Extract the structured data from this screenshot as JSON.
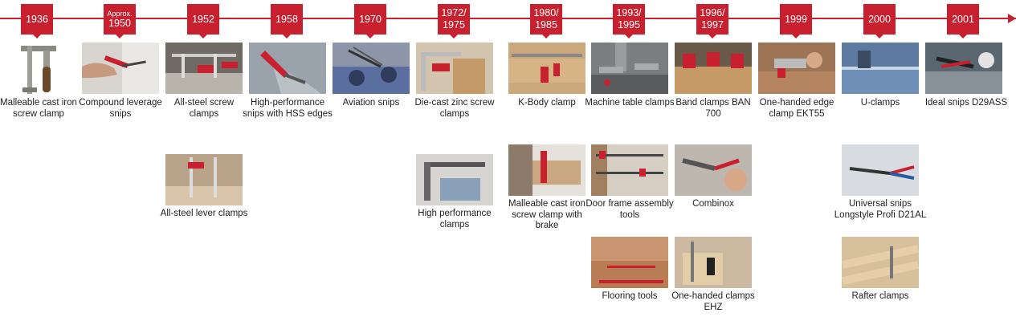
{
  "timeline": {
    "years": [
      {
        "main": "1936"
      },
      {
        "small": "Approx.",
        "main": "1950"
      },
      {
        "main": "1952"
      },
      {
        "main": "1958"
      },
      {
        "main": "1970"
      },
      {
        "main": "1972/",
        "main2": "1975"
      },
      {
        "main": "1980/",
        "main2": "1985"
      },
      {
        "main": "1993/",
        "main2": "1995"
      },
      {
        "main": "1996/",
        "main2": "1997"
      },
      {
        "main": "1999"
      },
      {
        "main": "2000"
      },
      {
        "main": "2001"
      }
    ]
  },
  "products": {
    "row1": [
      "Malleable cast iron screw clamp",
      "Compound leverage snips",
      "All-steel screw clamps",
      "High-performance snips with HSS edges",
      "Aviation snips",
      "Die-cast zinc screw clamps",
      "K-Body clamp",
      "Machine table clamps",
      "Band clamps BAN 700",
      "One-handed edge clamp EKT55",
      "U-clamps",
      "Ideal snips D29ASS"
    ],
    "row2": {
      "all_steel_lever": "All-steel lever clamps",
      "high_performance": "High performance clamps",
      "malleable_brake": "Malleable cast iron screw clamp with brake",
      "door_frame": "Door frame assembly tools",
      "combinox": "Combinox",
      "universal_snips": "Universal snips Longstyle Profi D21AL"
    },
    "row3": {
      "flooring": "Flooring tools",
      "one_handed_ehz": "One-handed clamps EHZ",
      "rafter": "Rafter clamps"
    }
  },
  "colors": {
    "accent": "#c8202f"
  }
}
